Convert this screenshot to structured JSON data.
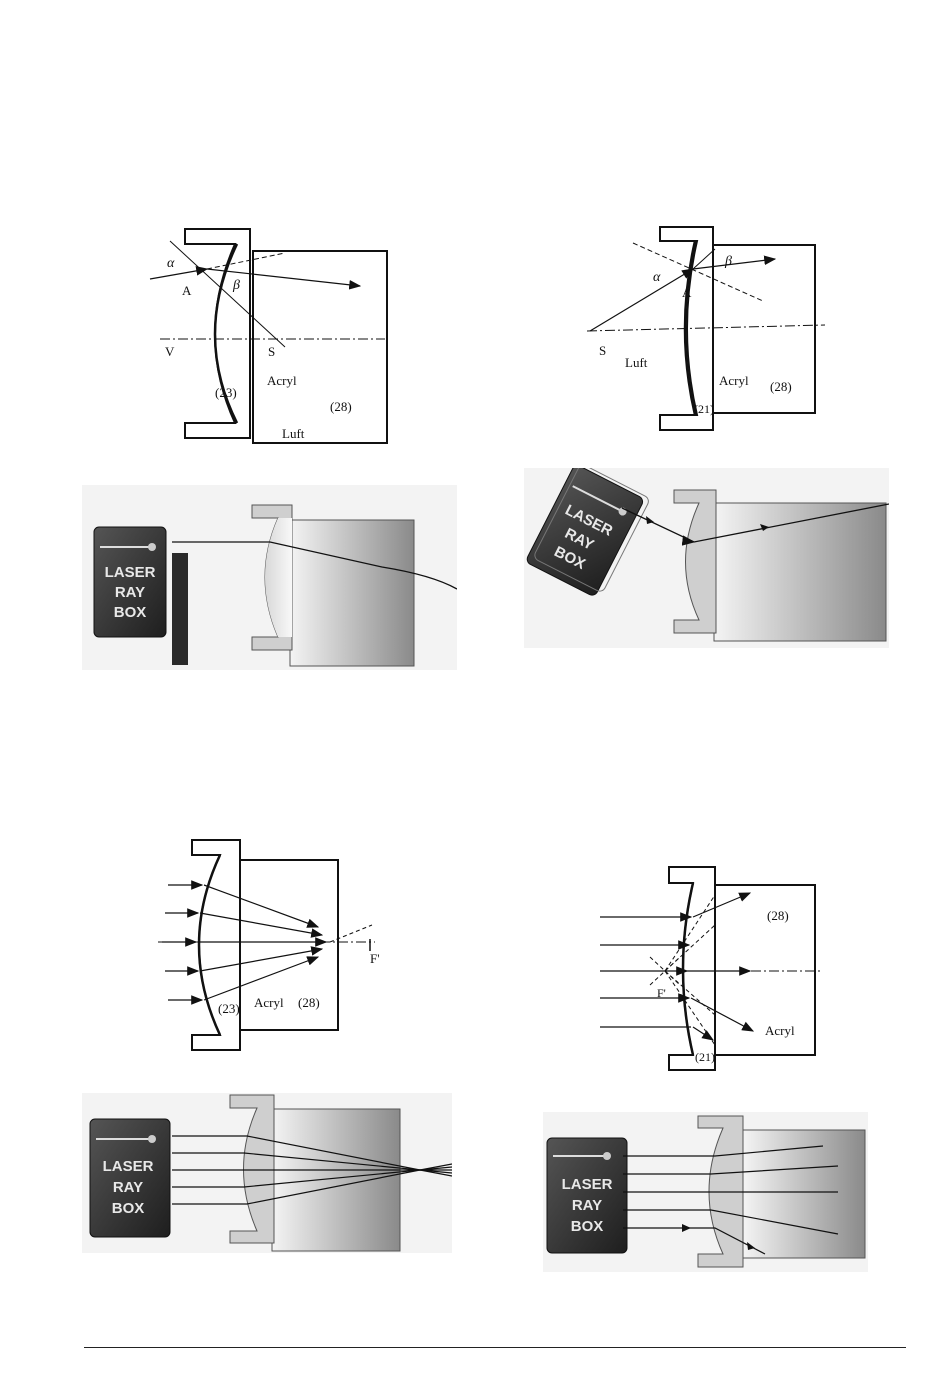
{
  "labels": {
    "alpha": "α",
    "beta": "β",
    "A": "A",
    "V": "V",
    "S": "S",
    "F": "F'",
    "acryl": "Acryl",
    "luft": "Luft",
    "n23": "(23)",
    "n28": "(28)",
    "n21": "(21)"
  },
  "raybox": {
    "line1": "LASER",
    "line2": "RAY",
    "line3": "BOX"
  }
}
